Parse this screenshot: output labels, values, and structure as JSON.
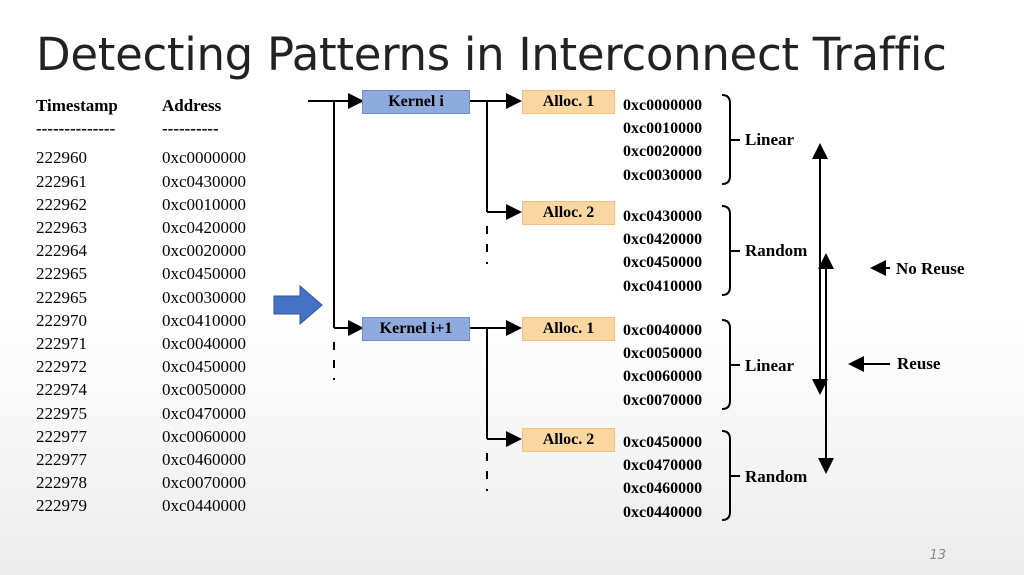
{
  "title": "Detecting Patterns in Interconnect Traffic",
  "table": {
    "timestamp_header": "Timestamp",
    "timestamp_dashes": "--------------",
    "address_header": "Address",
    "address_dashes": "----------",
    "timestamps": [
      "222960",
      "222961",
      "222962",
      "222963",
      "222964",
      "222965",
      "222965",
      "222970",
      "222971",
      "222972",
      "222974",
      "222975",
      "222977",
      "222977",
      "222978",
      "222979"
    ],
    "addresses": [
      "0xc0000000",
      "0xc0430000",
      "0xc0010000",
      "0xc0420000",
      "0xc0020000",
      "0xc0450000",
      "0xc0030000",
      "0xc0410000",
      "0xc0040000",
      "0xc0450000",
      "0xc0050000",
      "0xc0470000",
      "0xc0060000",
      "0xc0460000",
      "0xc0070000",
      "0xc0440000"
    ]
  },
  "kernels": [
    {
      "label": "Kernel i"
    },
    {
      "label": "Kernel i+1"
    }
  ],
  "allocations": [
    {
      "label": "Alloc. 1",
      "addresses": [
        "0xc0000000",
        "0xc0010000",
        "0xc0020000",
        "0xc0030000"
      ],
      "pattern": "Linear"
    },
    {
      "label": "Alloc. 2",
      "addresses": [
        "0xc0430000",
        "0xc0420000",
        "0xc0450000",
        "0xc0410000"
      ],
      "pattern": "Random"
    },
    {
      "label": "Alloc. 1",
      "addresses": [
        "0xc0040000",
        "0xc0050000",
        "0xc0060000",
        "0xc0070000"
      ],
      "pattern": "Linear"
    },
    {
      "label": "Alloc. 2",
      "addresses": [
        "0xc0450000",
        "0xc0470000",
        "0xc0460000",
        "0xc0440000"
      ],
      "pattern": "Random"
    }
  ],
  "reuse_labels": {
    "no_reuse": "No Reuse",
    "reuse": "Reuse"
  },
  "colors": {
    "kernel_box": "#8faadc",
    "alloc_box": "#fad7a0",
    "arrow": "#4472c4"
  },
  "page_number": "13"
}
